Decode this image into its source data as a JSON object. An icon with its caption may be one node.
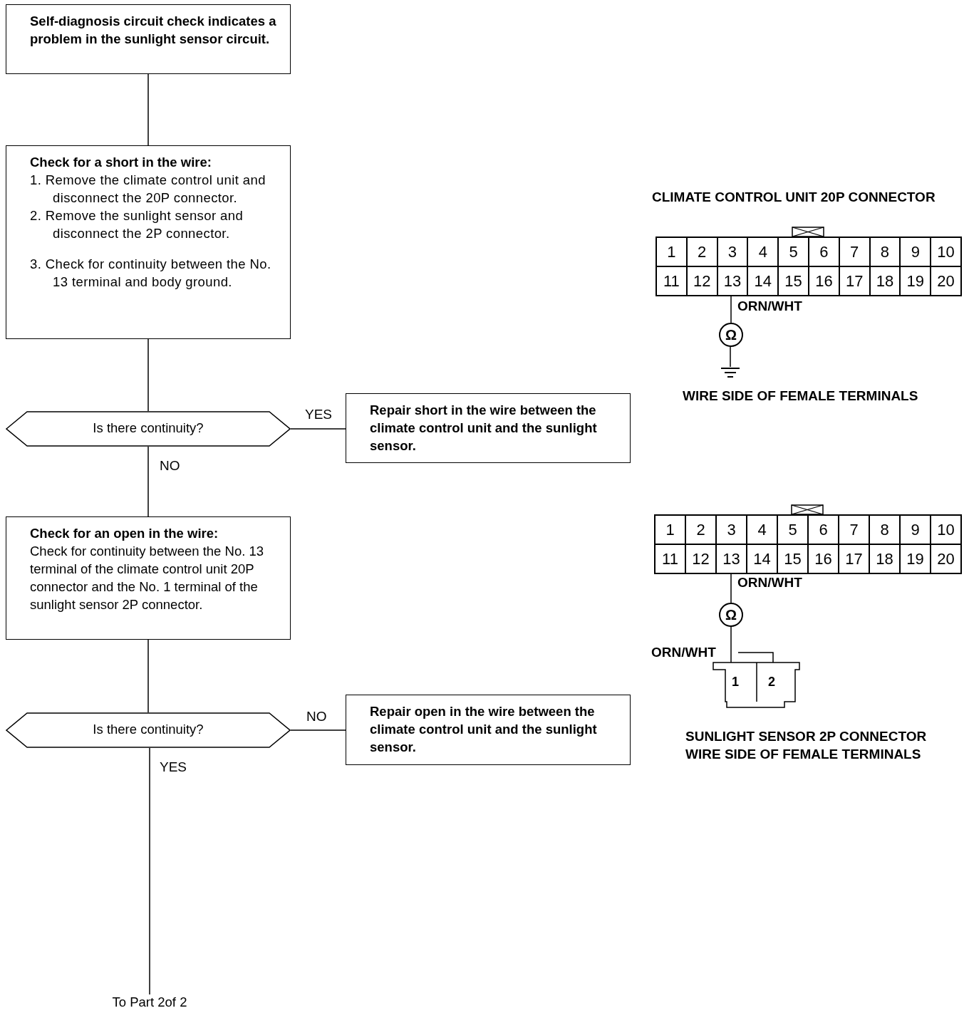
{
  "diagram": {
    "nodes": [
      {
        "text": [
          "Self-diagnosis circuit check indicates a problem in the sunlight sensor circuit."
        ]
      },
      {
        "text": [
          "Check for a short in the wire:",
          "1. Remove the climate control unit and disconnect the 20P connector.",
          "2. Remove the sunlight sensor and disconnect the 2P connector.",
          "3. Check for continuity between the No. 13 terminal and body ground."
        ]
      },
      {
        "text": [
          "Is there continuity?"
        ]
      },
      {
        "text": [
          "Repair short in the wire between the climate control unit and the sunlight sensor."
        ]
      },
      {
        "text": [
          "Check for an open in the wire:",
          "Check for continuity between the No. 13 terminal of the climate control unit 20P connector and the No. 1 terminal of the sunlight sensor 2P connector."
        ]
      },
      {
        "text": [
          "Is there continuity?"
        ]
      },
      {
        "text": [
          "Repair open in the wire between the climate control unit and the sunlight sensor."
        ]
      },
      {
        "text": [
          "To Part 2of 2"
        ]
      },
      {
        "text": [
          "1",
          "2",
          "3",
          "4",
          "5",
          "6",
          "7",
          "8",
          "9",
          "10",
          "11",
          "12",
          "13",
          "14",
          "15",
          "16",
          "17",
          "18",
          "19",
          "20"
        ]
      },
      {
        "text": [
          "Ω"
        ]
      },
      {
        "text": [],
        "shape": "ground"
      },
      {
        "text": [
          "1",
          "2",
          "3",
          "4",
          "5",
          "6",
          "7",
          "8",
          "9",
          "10",
          "11",
          "12",
          "13",
          "14",
          "15",
          "16",
          "17",
          "18",
          "19",
          "20"
        ]
      },
      {
        "text": [
          "Ω"
        ]
      },
      {
        "text": [
          "1",
          "2"
        ]
      }
    ],
    "edges": [
      {
        "from": 0,
        "to": 1,
        "arrow": "none"
      },
      {
        "from": 1,
        "to": 2,
        "arrow": "none"
      },
      {
        "from": 2,
        "to": 3,
        "arrow": "none",
        "label": "YES"
      },
      {
        "from": 2,
        "to": 4,
        "arrow": "none",
        "label": "NO"
      },
      {
        "from": 4,
        "to": 5,
        "arrow": "none"
      },
      {
        "from": 5,
        "to": 6,
        "arrow": "none",
        "label": "NO"
      },
      {
        "from": 5,
        "to": 7,
        "arrow": "none",
        "label": "YES"
      },
      {
        "from": 8,
        "to": 9,
        "arrow": "none",
        "label": "ORN/WHT"
      },
      {
        "from": 9,
        "to": 10,
        "arrow": "none"
      },
      {
        "from": 11,
        "to": 12,
        "arrow": "none",
        "label": "ORN/WHT"
      },
      {
        "from": 12,
        "to": 13,
        "arrow": "none",
        "label": "ORN/WHT"
      }
    ],
    "labels": [
      "CLIMATE CONTROL UNIT 20P CONNECTOR",
      "WIRE SIDE OF FEMALE TERMINALS",
      "SUNLIGHT SENSOR 2P CONNECTOR WIRE SIDE OF FEMALE TERMINALS"
    ]
  }
}
